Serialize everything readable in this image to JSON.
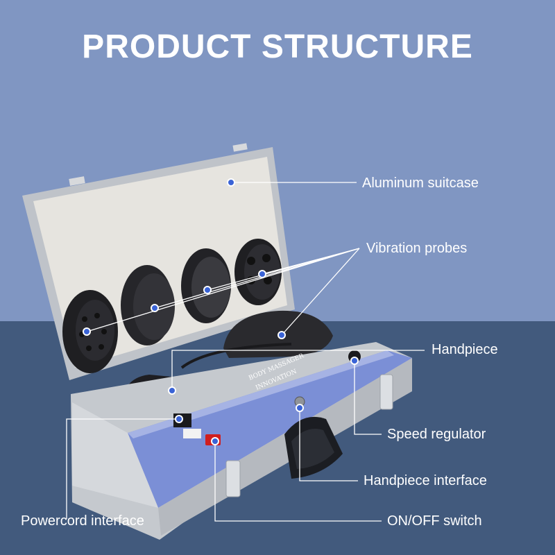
{
  "title": "PRODUCT STRUCTURE",
  "colors": {
    "background_top": "#8096c2",
    "background_bottom": "#425a7d",
    "text": "#ffffff",
    "marker": "#3a63d6",
    "leader_line": "#ffffff",
    "case_frame": "#c5c9ce",
    "case_lining": "#e6e4df",
    "panel": "#7b8fd6",
    "probe": "#1f1f22"
  },
  "annotations": {
    "aluminum_suitcase": "Aluminum suitcase",
    "vibration_probes": "Vibration probes",
    "handpiece": "Handpiece",
    "speed_regulator": "Speed regulator",
    "handpiece_interface": "Handpiece interface",
    "powercord_interface": "Powercord interface",
    "on_off_switch": "ON/OFF switch"
  },
  "panel_text": {
    "line1": "BODY MASSAGER",
    "line2": "INNOVATION"
  }
}
